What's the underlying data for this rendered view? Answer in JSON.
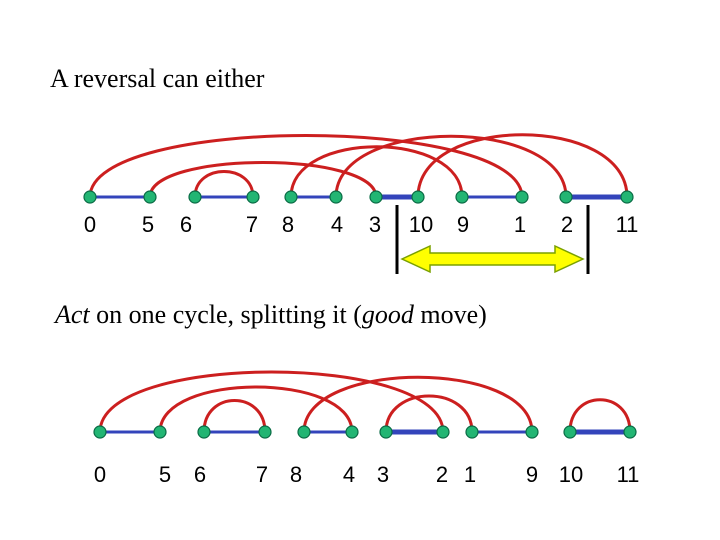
{
  "top_heading": "A reversal can either",
  "mid_heading": {
    "part1": "Act",
    "part2": " on one cycle, splitting it (",
    "part3": "good",
    "part4": " move)"
  },
  "colors": {
    "arc": "#cc1f1f",
    "black_edge": "#3344bb",
    "node_fill": "#22b573",
    "node_stroke": "#0a6b45",
    "arrow_fill": "#ffff00",
    "arrow_stroke": "#7aa000"
  },
  "top_row": {
    "labels": [
      "0",
      "5",
      "6",
      "7",
      "8",
      "4",
      "3",
      "10",
      "9",
      "1",
      "2",
      "11"
    ]
  },
  "bottom_row": {
    "labels": [
      "0",
      "5",
      "6",
      "7",
      "8",
      "4",
      "3",
      "2",
      "1",
      "9",
      "10",
      "11"
    ]
  }
}
